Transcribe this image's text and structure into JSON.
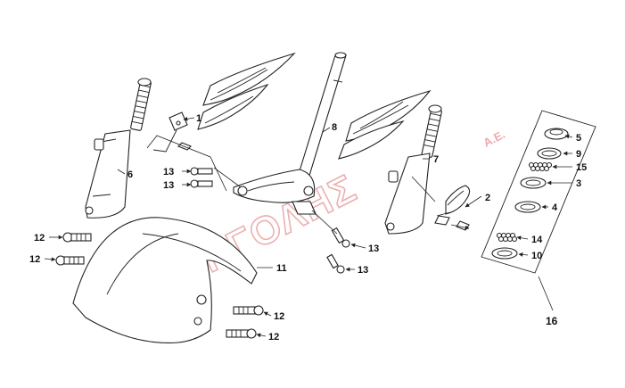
{
  "watermark": {
    "main": "ΓΚΟΡΓΟΛΗΣ",
    "suffix": "A.E."
  },
  "callouts": [
    {
      "id": "c1",
      "label": "1"
    },
    {
      "id": "c2",
      "label": "2"
    },
    {
      "id": "c3",
      "label": "3"
    },
    {
      "id": "c4",
      "label": "4"
    },
    {
      "id": "c5",
      "label": "5"
    },
    {
      "id": "c6",
      "label": "6"
    },
    {
      "id": "c7",
      "label": "7"
    },
    {
      "id": "c8",
      "label": "8"
    },
    {
      "id": "c9",
      "label": "9"
    },
    {
      "id": "c10",
      "label": "10"
    },
    {
      "id": "c11",
      "label": "11"
    },
    {
      "id": "c12a",
      "label": "12"
    },
    {
      "id": "c12b",
      "label": "12"
    },
    {
      "id": "c12c",
      "label": "12"
    },
    {
      "id": "c12d",
      "label": "12"
    },
    {
      "id": "c13a",
      "label": "13"
    },
    {
      "id": "c13b",
      "label": "13"
    },
    {
      "id": "c13c",
      "label": "13"
    },
    {
      "id": "c13d",
      "label": "13"
    },
    {
      "id": "c14",
      "label": "14"
    },
    {
      "id": "c15",
      "label": "15"
    },
    {
      "id": "c16",
      "label": "16"
    }
  ]
}
